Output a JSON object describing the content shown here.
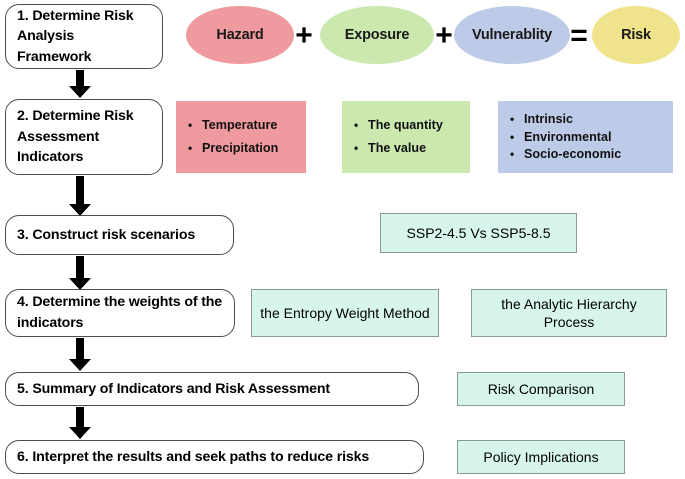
{
  "diagram": {
    "title": "Risk Assessment Framework Flowchart",
    "colors": {
      "hazard_fill": "#EF9A9E",
      "exposure_fill": "#CBE8AF",
      "vulnerability_fill": "#BECBE8",
      "risk_fill": "#EFE38C",
      "mint_fill": "#D7F5EC",
      "mint_border": "#8a9a97",
      "box_border": "#4c4c4c",
      "arrow": "#000000",
      "text": "#000000"
    }
  },
  "steps": [
    {
      "id": "step-1",
      "label": "1. Determine Risk Analysis Framework"
    },
    {
      "id": "step-2",
      "label": "2. Determine Risk Assessment Indicators"
    },
    {
      "id": "step-3",
      "label": "3. Construct risk scenarios"
    },
    {
      "id": "step-4",
      "label": "4. Determine the weights of the indicators"
    },
    {
      "id": "step-5",
      "label": "5. Summary of Indicators and Risk Assessment"
    },
    {
      "id": "step-6",
      "label": "6. Interpret the results and seek paths to reduce risks"
    }
  ],
  "equation": {
    "terms": [
      {
        "id": "hazard",
        "label": "Hazard",
        "fill": "#EF9A9E"
      },
      {
        "id": "exposure",
        "label": "Exposure",
        "fill": "#CBE8AF"
      },
      {
        "id": "vulnerability",
        "label": "Vulnerablity",
        "fill": "#BECBE8"
      },
      {
        "id": "risk",
        "label": "Risk",
        "fill": "#EFE38C"
      }
    ],
    "operators": [
      "+",
      "+",
      "="
    ]
  },
  "indicator_panels": [
    {
      "id": "hazard-indicators",
      "fill": "#EF9A9E",
      "items": [
        "Temperature",
        "Precipitation"
      ]
    },
    {
      "id": "exposure-indicators",
      "fill": "#CBE8AF",
      "items": [
        "The quantity",
        "The value"
      ]
    },
    {
      "id": "vulnerability-indicators",
      "fill": "#BECBE8",
      "items": [
        "Intrinsic",
        "Environmental",
        "Socio-economic"
      ]
    }
  ],
  "bullet_glyph": "•",
  "method_boxes": [
    {
      "id": "scenario-box",
      "label": "SSP2-4.5 Vs SSP5-8.5"
    },
    {
      "id": "entropy-weight-box",
      "label": "the Entropy Weight Method"
    },
    {
      "id": "ahp-box",
      "label": "the Analytic Hierarchy Process"
    },
    {
      "id": "risk-comparison-box",
      "label": "Risk Comparison"
    },
    {
      "id": "policy-implications-box",
      "label": "Policy Implications"
    }
  ]
}
